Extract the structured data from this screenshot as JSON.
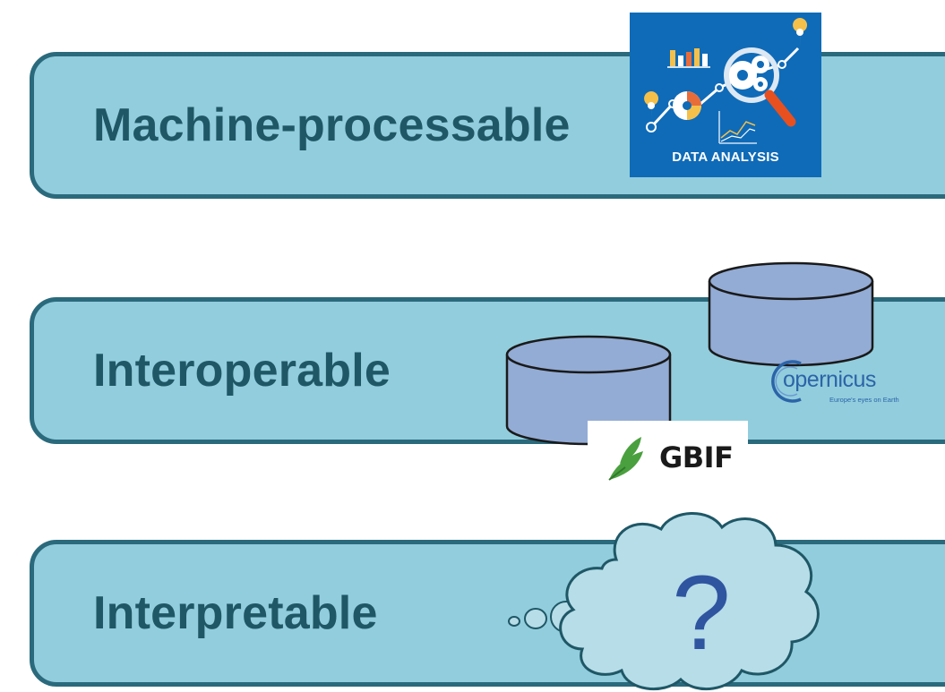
{
  "bands": [
    {
      "label": "Machine-processable"
    },
    {
      "label": "Interoperable"
    },
    {
      "label": "Interpretable"
    }
  ],
  "data_analysis": {
    "caption": "DATA ANALYSIS"
  },
  "copernicus": {
    "wordmark": "opernicus",
    "tagline": "Europe's eyes on Earth"
  },
  "gbif": {
    "wordmark": "GBIF"
  },
  "thought": {
    "symbol": "?"
  },
  "colors": {
    "band_fill": "#92cddd",
    "band_border": "#2a6a7c",
    "label_text": "#1f5766",
    "cylinder_fill": "#93acd5",
    "cylinder_stroke": "#1a1a1a",
    "cloud_fill": "#b6dde8",
    "cloud_stroke": "#1f5766",
    "question_mark": "#2f55a0"
  }
}
